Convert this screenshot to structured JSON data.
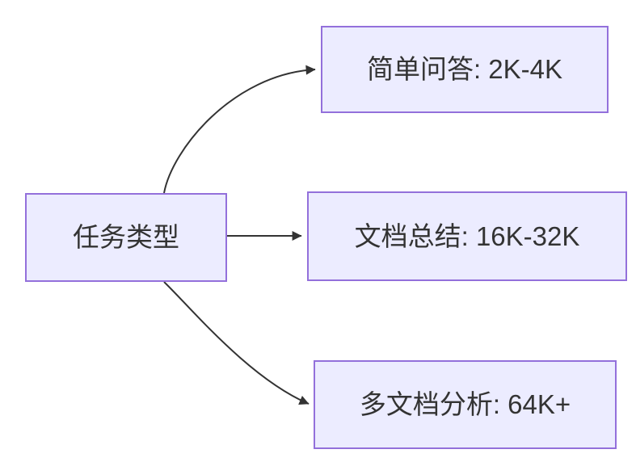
{
  "diagram": {
    "type": "flowchart-LR",
    "colors": {
      "node_fill": "#ECECFF",
      "node_border": "#9370DB",
      "edge_stroke": "#333333",
      "text": "#333333",
      "background": "#ffffff"
    },
    "root": {
      "label": "任务类型"
    },
    "children": [
      {
        "label": "简单问答: 2K-4K"
      },
      {
        "label": "文档总结: 16K-32K"
      },
      {
        "label": "多文档分析: 64K+"
      }
    ],
    "edges": [
      {
        "from": "任务类型",
        "to": "简单问答: 2K-4K"
      },
      {
        "from": "任务类型",
        "to": "文档总结: 16K-32K"
      },
      {
        "from": "任务类型",
        "to": "多文档分析: 64K+"
      }
    ]
  }
}
